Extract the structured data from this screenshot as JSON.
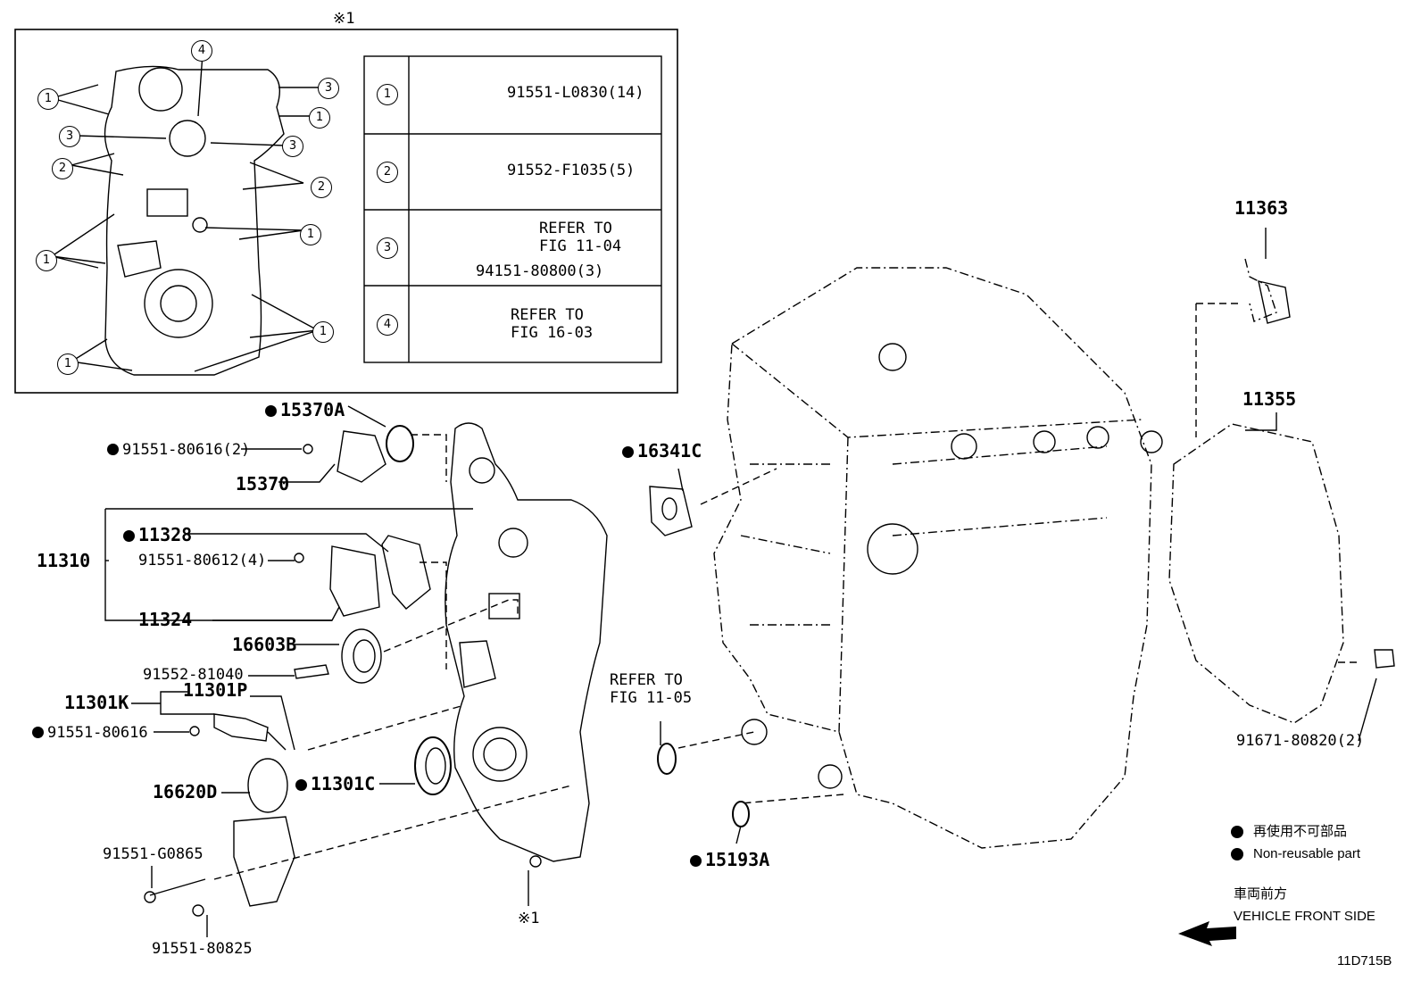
{
  "inset": {
    "mark": "※1",
    "circled_numbers": [
      "1",
      "2",
      "3",
      "4"
    ],
    "legend": [
      {
        "num": "1",
        "part": "91551-L0830(14)"
      },
      {
        "num": "2",
        "part": "91552-F1035(5)"
      },
      {
        "num": "3",
        "refer_line1": "REFER TO",
        "refer_line2": "FIG 11-04",
        "part": "94151-80800(3)"
      },
      {
        "num": "4",
        "refer_line1": "REFER TO",
        "refer_line2": "FIG 16-03"
      }
    ]
  },
  "parts": {
    "p15370A": "15370A",
    "p91551_80616_2": "91551-80616(2)",
    "p15370": "15370",
    "p11310": "11310",
    "p11328": "11328",
    "p91551_80612_4": "91551-80612(4)",
    "p11324": "11324",
    "p16603B": "16603B",
    "p91552_81040": "91552-81040",
    "p11301K": "11301K",
    "p11301P": "11301P",
    "p91551_80616": "91551-80616",
    "p11301C": "11301C",
    "p16620D": "16620D",
    "p91551_G0865": "91551-G0865",
    "p91551_80825": "91551-80825",
    "p16341C": "16341C",
    "p15193A": "15193A",
    "p11363": "11363",
    "p11355": "11355",
    "p91671_80820_2": "91671-80820(2)",
    "refer_11_05_l1": "REFER TO",
    "refer_11_05_l2": "FIG 11-05",
    "mark_bottom": "※1"
  },
  "legend_notes": {
    "jp": "再使用不可部品",
    "en": "Non-reusable part",
    "front_jp": "車両前方",
    "front_en": "VEHICLE FRONT SIDE"
  },
  "figure_id": "11D715B"
}
